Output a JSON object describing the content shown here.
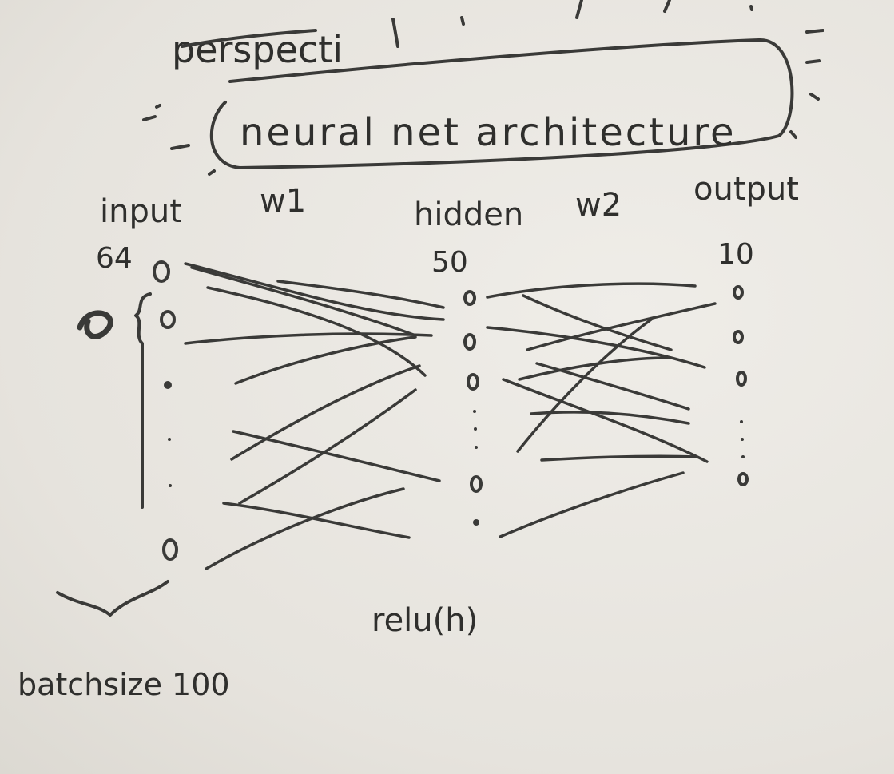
{
  "title": "neural net architecture",
  "struck_word": "perspecti",
  "layers": {
    "input": {
      "label": "input",
      "size": "64"
    },
    "w1": {
      "label": "w1"
    },
    "hidden": {
      "label": "hidden",
      "size": "50"
    },
    "w2": {
      "label": "w2"
    },
    "output": {
      "label": "output",
      "size": "10"
    }
  },
  "activation": "relu(h)",
  "batch_size_label": "batchsize 100",
  "colors": {
    "paper": "#e9e7e2",
    "ink": "#3a3a38"
  }
}
